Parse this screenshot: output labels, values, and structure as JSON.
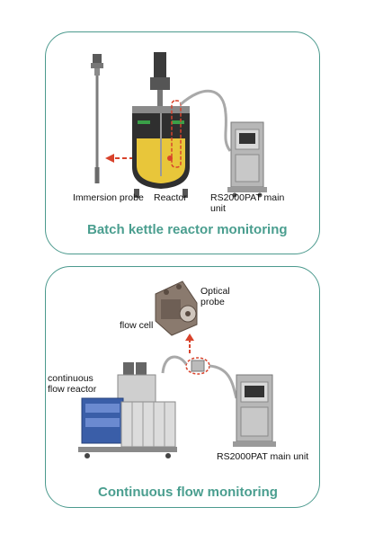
{
  "batch": {
    "title": "Batch kettle reactor monitoring",
    "labels": {
      "immersion_probe": "Immersion probe",
      "reactor": "Reactor",
      "main_unit_line1": "RS2000PAT main",
      "main_unit_line2": "unit"
    }
  },
  "flow": {
    "title": "Continuous flow monitoring",
    "labels": {
      "optical_probe_line1": "Optical",
      "optical_probe_line2": "probe",
      "flow_cell": "flow cell",
      "continuous_line1": "continuous",
      "continuous_line2": "flow reactor",
      "main_unit": "RS2000PAT main unit"
    }
  },
  "colors": {
    "border": "#4c9a8e",
    "title": "#4a9e8f",
    "highlight_red": "#d8432c",
    "liquid": "#e8c63a"
  },
  "icons": [
    "immersion-probe-icon",
    "reactor-vessel-icon",
    "main-unit-icon",
    "optical-probe-icon",
    "flow-cell-icon",
    "flow-reactor-icon"
  ]
}
